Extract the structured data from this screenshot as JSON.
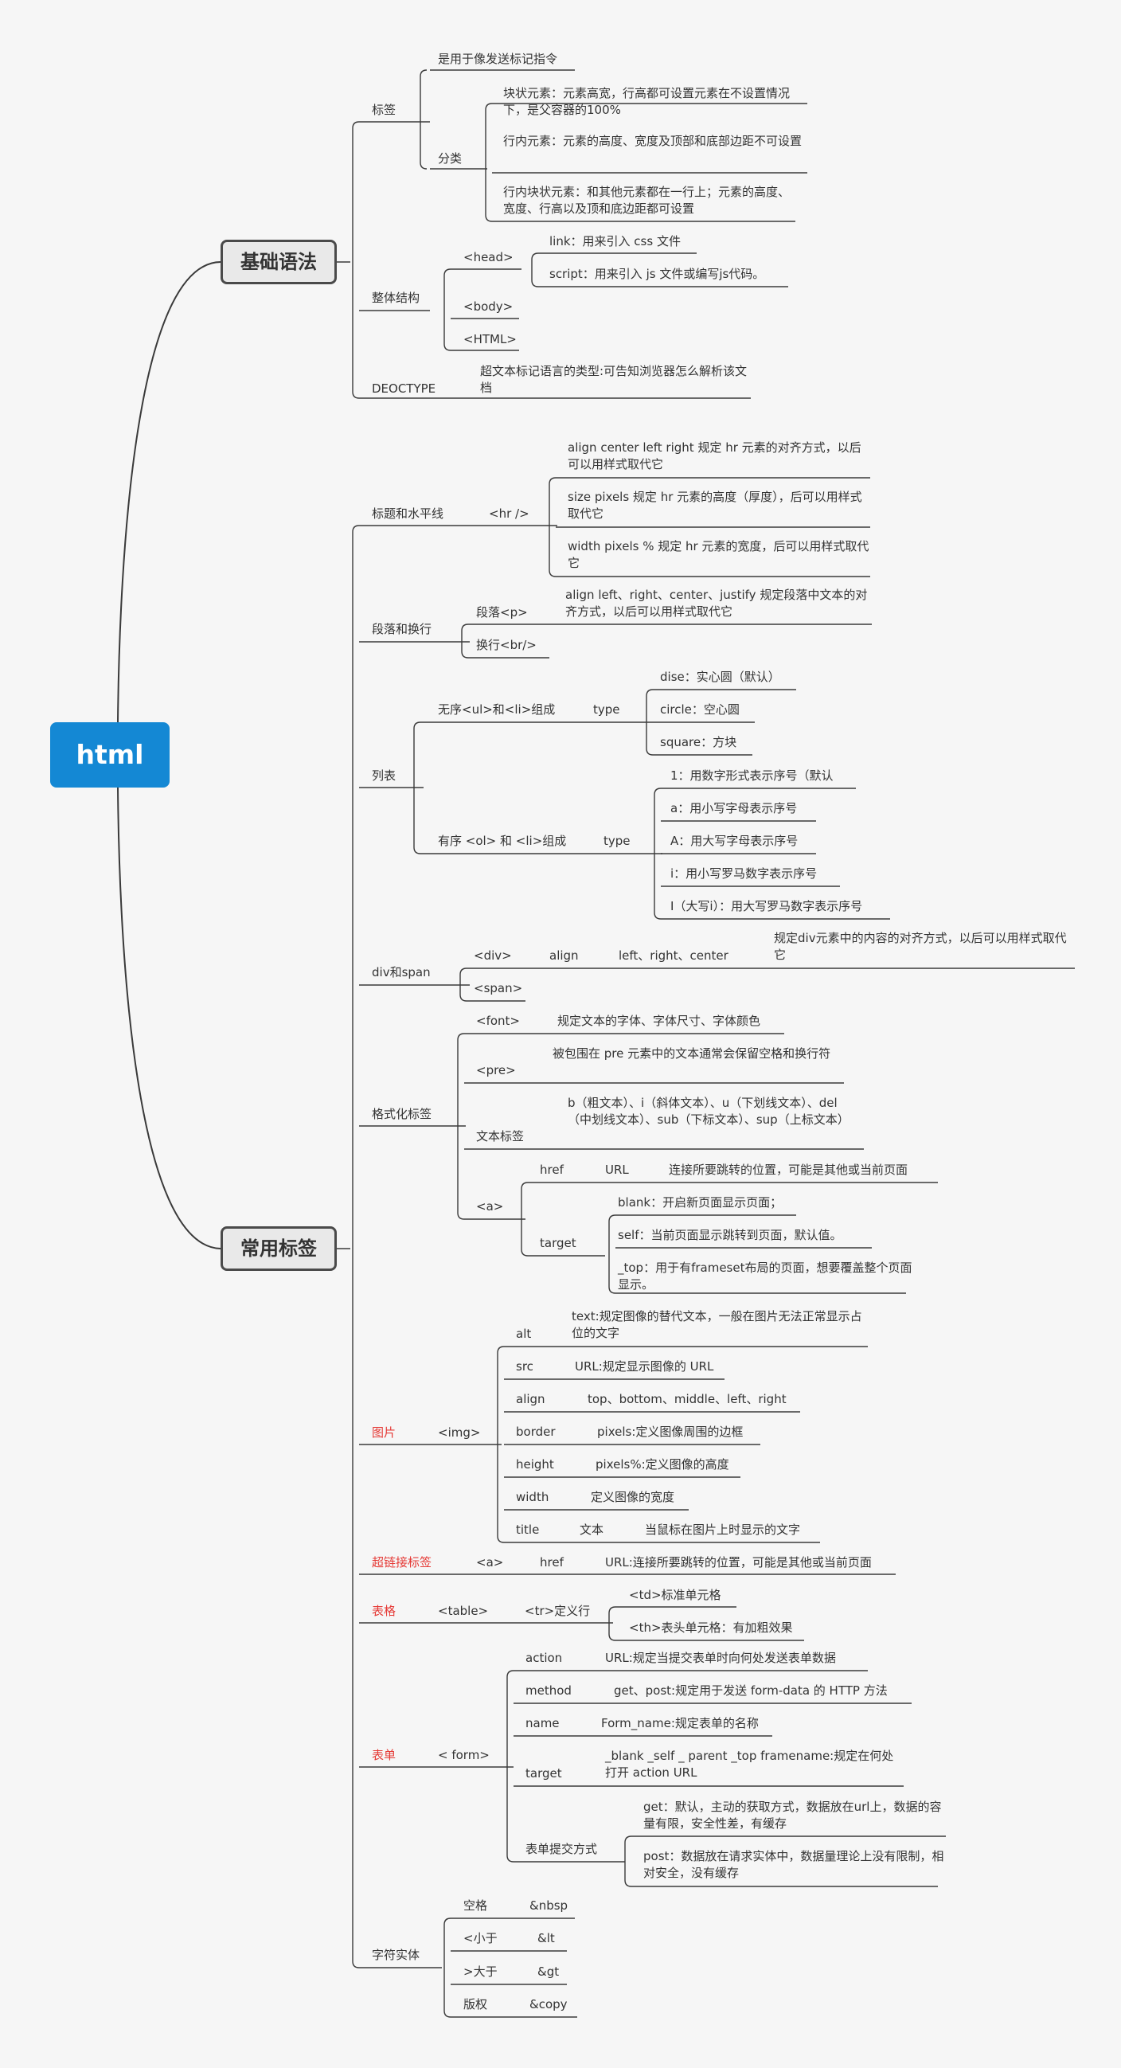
{
  "root": "html",
  "basic": {
    "title": "基础语法",
    "tags": "标签",
    "tags_desc": "是用于像发送标记指令",
    "category": "分类",
    "block": "块状元素：元素高宽，行高都可设置元素在不设置情况下，是父容器的100%",
    "inline": "行内元素：元素的高度、宽度及顶部和底部边距不可设置",
    "inline_block": "行内块状元素：和其他元素都在一行上；元素的高度、宽度、行高以及顶和底边距都可设置",
    "structure": "整体结构",
    "head": "<head>",
    "link": "link：用来引入 css 文件",
    "script": "script：用来引入 js 文件或编写js代码。",
    "body": "<body>",
    "html": "<HTML>",
    "doctype": "DEOCTYPE",
    "doctype_desc": "超文本标记语言的类型:可告知浏览器怎么解析该文档"
  },
  "common": {
    "title": "常用标签",
    "heading": "标题和水平线",
    "hr": "<hr />",
    "hr_align": "align center left right 规定 hr 元素的对齐方式，以后可以用样式取代它",
    "hr_size": "size pixels 规定 hr 元素的高度（厚度），后可以用样式取代它",
    "hr_width": "width pixels % 规定 hr 元素的宽度，后可以用样式取代它",
    "para": "段落和换行",
    "p": "段落<p>",
    "p_desc": "align left、right、center、justify 规定段落中文本的对齐方式，以后可以用样式取代它",
    "br": "换行<br/>",
    "list": "列表",
    "ul": "无序<ul>和<li>组成",
    "ul_type": "type",
    "disc": "dise：实心圆（默认）",
    "circle": "circle：空心圆",
    "square": "square：方块",
    "ol": "有序 <ol> 和 <li>组成",
    "ol_type": "type",
    "ol_1": "1：用数字形式表示序号（默认",
    "ol_a": "a：用小写字母表示序号",
    "ol_A": "A：用大写字母表示序号",
    "ol_i": "i：用小写罗马数字表示序号",
    "ol_I": "I（大写i）：用大写罗马数字表示序号",
    "divspan": "div和span",
    "div": "<div>",
    "div_align": "align",
    "div_values": "left、right、center",
    "div_desc": "规定div元素中的内容的对齐方式，以后可以用样式取代它",
    "span": "<span>",
    "format": "格式化标签",
    "font": "<font>",
    "font_desc": "规定文本的字体、字体尺寸、字体颜色",
    "pre": "<pre>",
    "pre_desc": "被包围在 pre 元素中的文本通常会保留空格和换行符",
    "text_tags": "文本标签",
    "text_tags_desc": "b（粗文本）、i（斜体文本）、u（下划线文本）、del （中划线文本）、sub（下标文本）、sup（上标文本）",
    "a": "<a>",
    "href": "href",
    "url": "URL",
    "url_desc": "连接所要跳转的位置，可能是其他或当前页面",
    "target": "target",
    "blank": "blank：开启新页面显示页面；",
    "self": "self：当前页面显示跳转到页面，默认值。",
    "top": "_top：用于有frameset布局的页面，想要覆盖整个页面显示。",
    "img_label": "图片",
    "img": "<img>",
    "alt": "alt",
    "alt_desc": "text:规定图像的替代文本，一般在图片无法正常显示占位的文字",
    "src": "src",
    "src_desc": "URL:规定显示图像的 URL",
    "img_align": "align",
    "img_align_desc": "top、bottom、middle、left、right",
    "border": "border",
    "border_desc": "pixels:定义图像周围的边框",
    "height": "height",
    "height_desc": "pixels%:定义图像的高度",
    "width": "width",
    "width_desc": "定义图像的宽度",
    "title_attr": "title",
    "title_text": "文本",
    "title_desc": "当鼠标在图片上时显示的文字",
    "hyper_label": "超链接标签",
    "hyper_a": "<a>",
    "hyper_href": "href",
    "hyper_desc": "URL:连接所要跳转的位置，可能是其他或当前页面",
    "table_label": "表格",
    "table": "<table>",
    "tr": "<tr>定义行",
    "td": "<td>标准单元格",
    "th": "<th>表头单元格：有加粗效果",
    "form_label": "表单",
    "form": "< form>",
    "action": "action",
    "action_desc": "URL:规定当提交表单时向何处发送表单数据",
    "method": "method",
    "method_desc": "get、post:规定用于发送 form-data 的 HTTP 方法",
    "name": "name",
    "name_desc": "Form_name:规定表单的名称",
    "form_target": "target",
    "form_target_desc": "_blank _self _ parent _top framename:规定在何处打开 action URL",
    "submit": "表单提交方式",
    "get_desc": "get：默认，主动的获取方式，数据放在url上，数据的容量有限，安全性差，有缓存",
    "post_desc": "post：数据放在请求实体中，数据量理论上没有限制，相对安全，没有缓存",
    "entity": "字符实体",
    "space": "空格",
    "space_code": "&nbsp",
    "lt": "<小于",
    "lt_code": "&lt",
    "gt": ">大于",
    "gt_code": "&gt",
    "copy": "版权",
    "copy_code": "&copy"
  },
  "colors": {
    "root_bg": "#1488d4",
    "highlight_label": "#e53935",
    "line": "#3a3a3a"
  }
}
